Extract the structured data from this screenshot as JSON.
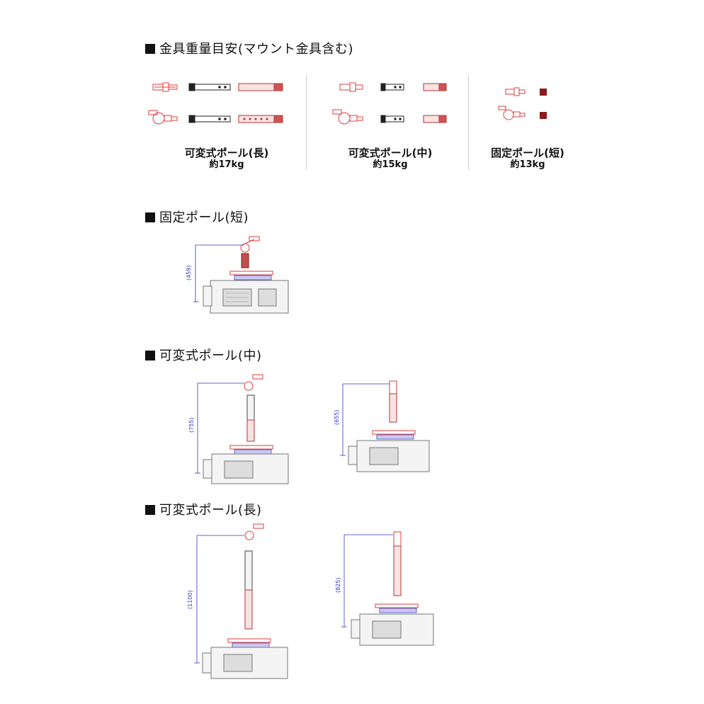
{
  "main": {
    "weights": {
      "heading": "金具重量目安(マウント金具含む)",
      "groups": [
        {
          "label": "可変式ポール(長)",
          "weight": "約17kg"
        },
        {
          "label": "可変式ポール(中)",
          "weight": "約15kg"
        },
        {
          "label": "固定ポール(短)",
          "weight": "約13kg"
        }
      ]
    },
    "sections": [
      {
        "heading": "固定ポール(短)",
        "dims": [
          "(459)"
        ]
      },
      {
        "heading": "可変式ポール(中)",
        "dims": [
          "(755)",
          "(655)"
        ]
      },
      {
        "heading": "可変式ポール(長)",
        "dims": [
          "(1100)",
          "(825)"
        ]
      }
    ]
  }
}
